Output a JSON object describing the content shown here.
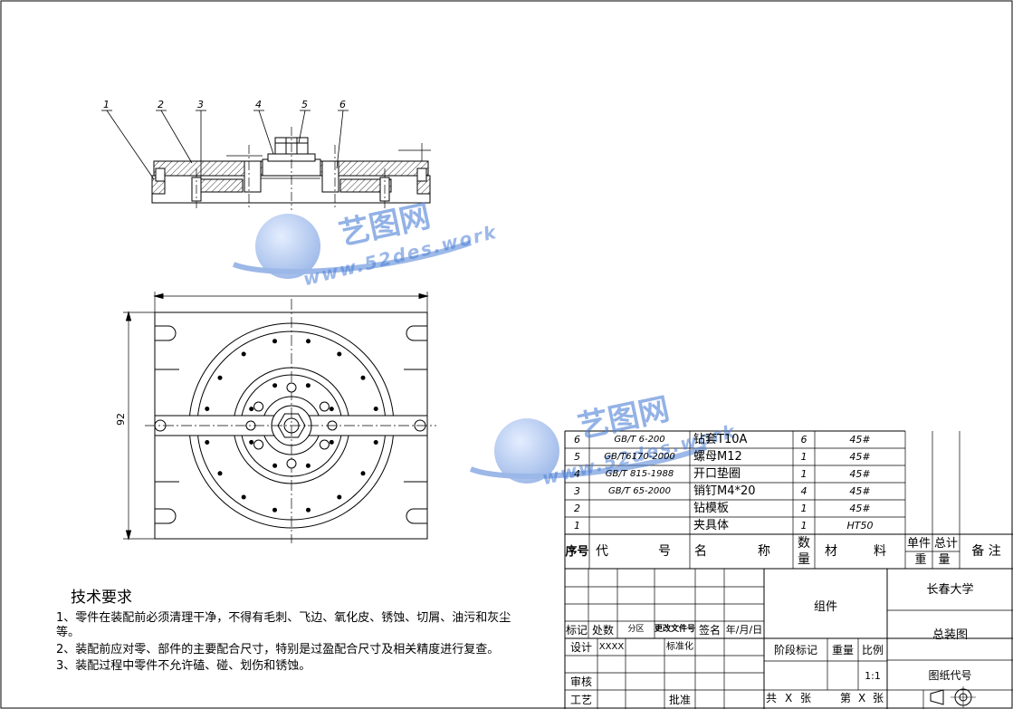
{
  "drawing": {
    "balloons": [
      "1",
      "2",
      "3",
      "4",
      "5",
      "6"
    ],
    "dimension_height": "92"
  },
  "tech_requirements": {
    "title": "技术要求",
    "items": [
      "1、零件在装配前必须清理干净，不得有毛刺、飞边、氧化皮、锈蚀、切屑、油污和灰尘",
      "等。",
      "2、装配前应对零、部件的主要配合尺寸，特别是过盈配合尺寸及相关精度进行复查。",
      "3、装配过程中零件不允许磕、碰、划伤和锈蚀。"
    ]
  },
  "bom": {
    "rows": [
      {
        "no": "6",
        "code": "GB/T 6-200",
        "name": "钻套T10A",
        "qty": "6",
        "material": "45#"
      },
      {
        "no": "5",
        "code": "GB/T6170-2000",
        "name": "螺母M12",
        "qty": "1",
        "material": "45#"
      },
      {
        "no": "4",
        "code": "GB/T 815-1988",
        "name": "开口垫圈",
        "qty": "1",
        "material": "45#"
      },
      {
        "no": "3",
        "code": "GB/T 65-2000",
        "name": "销钉M4*20",
        "qty": "4",
        "material": "45#"
      },
      {
        "no": "2",
        "code": "",
        "name": "钻模板",
        "qty": "1",
        "material": "45#"
      },
      {
        "no": "1",
        "code": "",
        "name": "夹具体",
        "qty": "1",
        "material": "HT50"
      }
    ],
    "header": {
      "no": "序号",
      "code_a": "代",
      "code_b": "号",
      "name_a": "名",
      "name_b": "称",
      "qty_a": "数",
      "qty_b": "量",
      "mat_a": "材",
      "mat_b": "料",
      "unit": "单件",
      "total": "总计",
      "weight": "重　量",
      "remark": "备 注"
    }
  },
  "title_block": {
    "assembly": "组件",
    "school": "长春大学",
    "drawing_name": "总装图",
    "drawing_code": "图纸代号",
    "mark": "标记",
    "count": "处数",
    "zone": "分区",
    "change_doc": "更改文件号",
    "sign": "签名",
    "date": "年/月/日",
    "design": "设计",
    "designer": "XXXX",
    "standard": "标准化",
    "stage": "阶段标记",
    "weight": "重量",
    "scale_label": "比例",
    "scale": "1:1",
    "check": "审核",
    "process": "工艺",
    "approve": "批准",
    "total_sheets_a": "共",
    "total_sheets_x": "X",
    "total_sheets_b": "张",
    "sheet_a": "第",
    "sheet_x": "X",
    "sheet_b": "张"
  },
  "watermark": {
    "brand": "艺图网",
    "url": "www.52des.work",
    "colors": {
      "blue": "#4d7fd6",
      "light": "#9bbcf0"
    }
  }
}
